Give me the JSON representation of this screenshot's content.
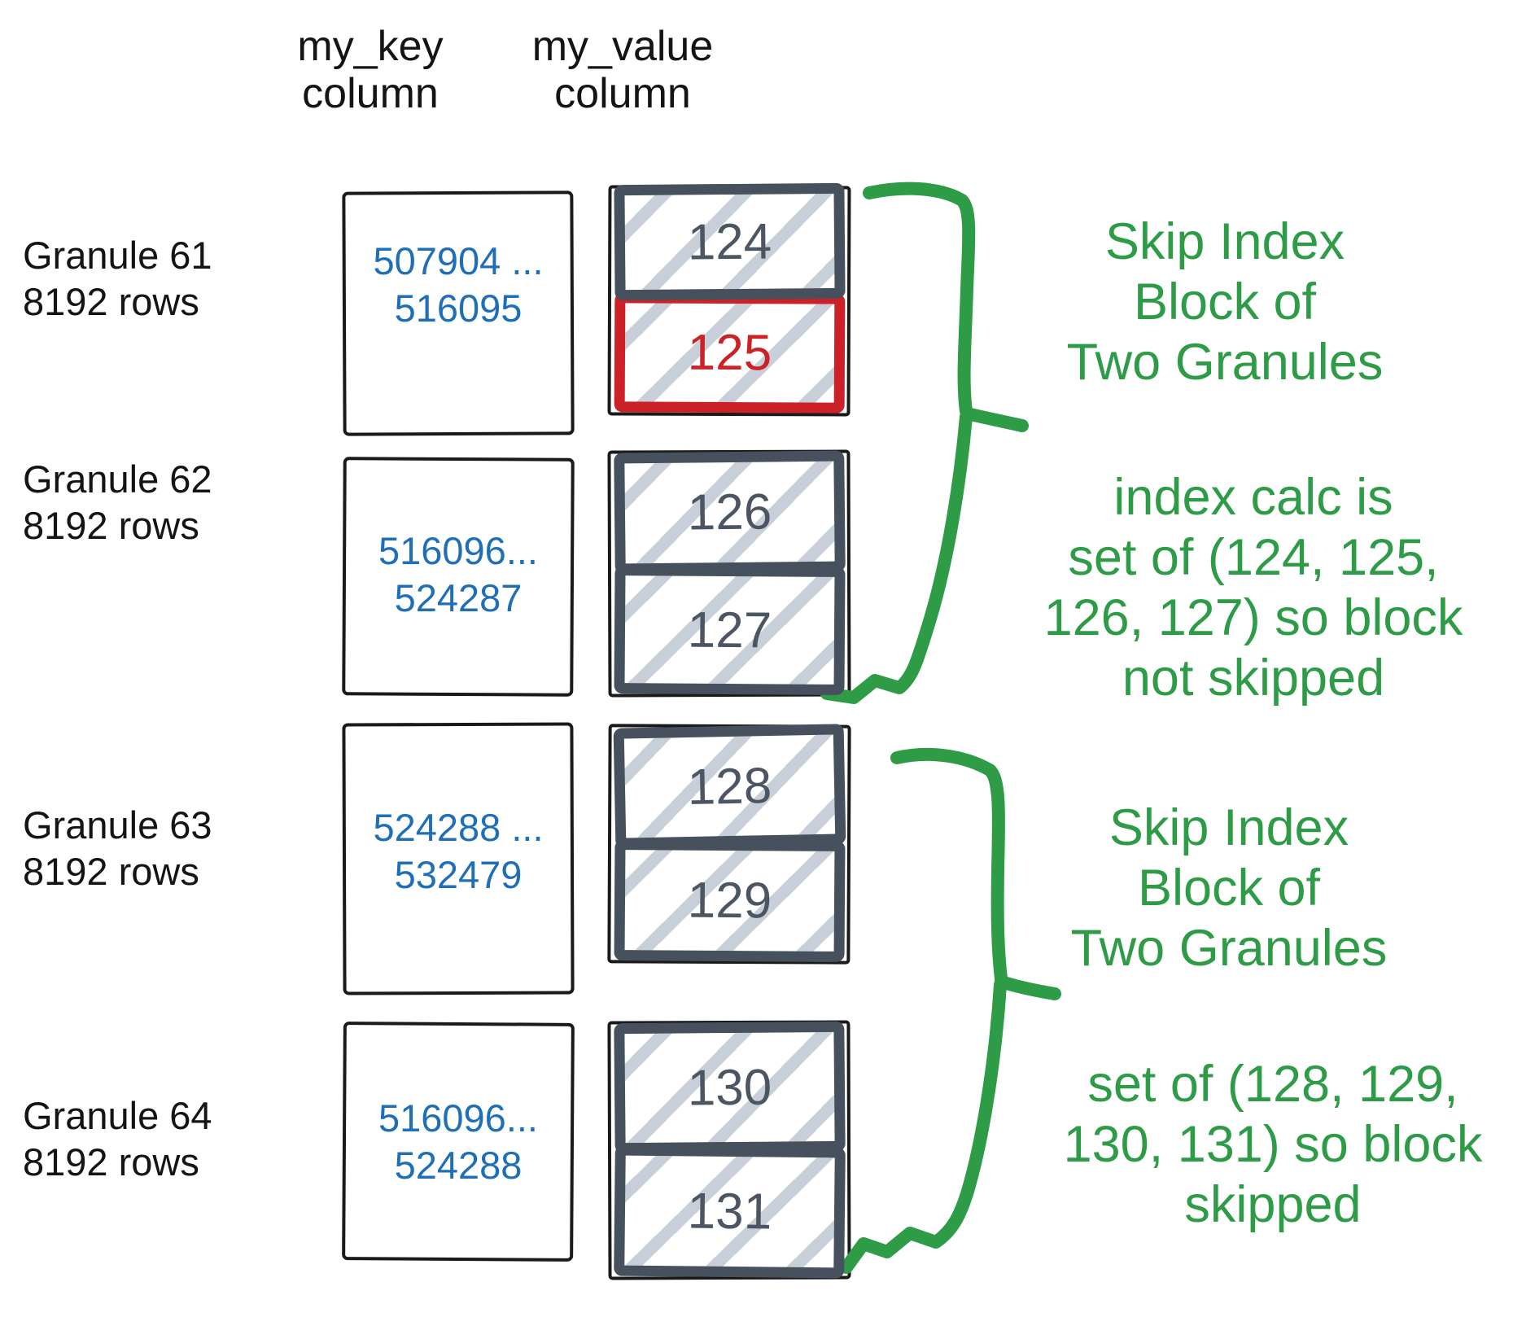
{
  "headers": {
    "key": [
      "my_key",
      "column"
    ],
    "value": [
      "my_value",
      "column"
    ]
  },
  "granules": [
    {
      "label": [
        "Granule 61",
        "8192 rows"
      ],
      "key_range": [
        "507904 ...",
        "516095"
      ],
      "values": [
        {
          "num": "124",
          "highlight": false
        },
        {
          "num": "125",
          "highlight": true
        }
      ]
    },
    {
      "label": [
        "Granule 62",
        "8192 rows"
      ],
      "key_range": [
        "516096...",
        "524287"
      ],
      "values": [
        {
          "num": "126",
          "highlight": false
        },
        {
          "num": "127",
          "highlight": false
        }
      ]
    },
    {
      "label": [
        "Granule 63",
        "8192 rows"
      ],
      "key_range": [
        "524288 ...",
        "532479"
      ],
      "values": [
        {
          "num": "128",
          "highlight": false
        },
        {
          "num": "129",
          "highlight": false
        }
      ]
    },
    {
      "label": [
        "Granule 64",
        "8192 rows"
      ],
      "key_range": [
        "516096...",
        "524288"
      ],
      "values": [
        {
          "num": "130",
          "highlight": false
        },
        {
          "num": "131",
          "highlight": false
        }
      ]
    }
  ],
  "annotations": [
    {
      "lines": [
        "Skip Index",
        "Block of",
        "Two Granules"
      ]
    },
    {
      "lines": [
        "index calc is",
        "set of (124, 125,",
        "126, 127) so block",
        "not skipped"
      ]
    },
    {
      "lines": [
        "Skip Index",
        "Block of",
        "Two Granules"
      ]
    },
    {
      "lines": [
        "set of (128, 129,",
        "130, 131) so block",
        "skipped"
      ]
    }
  ],
  "colors": {
    "green": "#2e9b47",
    "blue": "#1f6fb8",
    "red": "#cb2127",
    "slate": "#47515d",
    "number": "#4c5662",
    "hatch": "#c8cfd9",
    "ink": "#171717"
  }
}
